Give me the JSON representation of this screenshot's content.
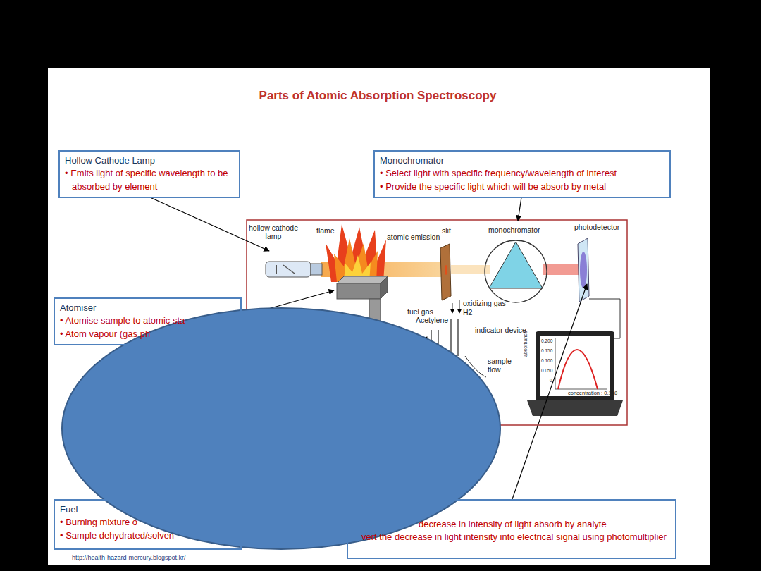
{
  "diagram": {
    "title": "Parts of Atomic Absorption Spectroscopy",
    "nodes": [
      {
        "text": [
          "Hollow Cathode Lamp",
          "• Emits light of specific wavelength to be absorbed by element"
        ]
      },
      {
        "text": [
          "Monochromator",
          "• Select light with specific frequency/wavelength of interest",
          "• Provide the specific light which will be absorb by metal"
        ]
      },
      {
        "text": [
          "Atomiser",
          "• Atomise sample to atomic sta",
          "• Atom vapour (gas ph"
        ]
      },
      {
        "text": [
          "Fuel",
          "• Burning mixture o",
          "• Sample dehydrated/solven"
        ]
      },
      {
        "text": [
          "decrease in intensity of light absorb by analyte",
          "vert the decrease in light intensity into electrical signal using photomultiplier"
        ]
      }
    ],
    "labels": [
      "hollow cathode lamp",
      "flame",
      "atomic emission",
      "slit",
      "monochromator",
      "photodetector",
      "oxidizing gas",
      "fuel gas",
      "Acetylene",
      "H2",
      "indicator device",
      "sample flow",
      "0.200",
      "0.150",
      "0.100",
      "0.050",
      "0",
      "absorbance",
      "concentration : 0.198",
      "http://health-hazard-mercury.blogspot.kr/"
    ]
  }
}
